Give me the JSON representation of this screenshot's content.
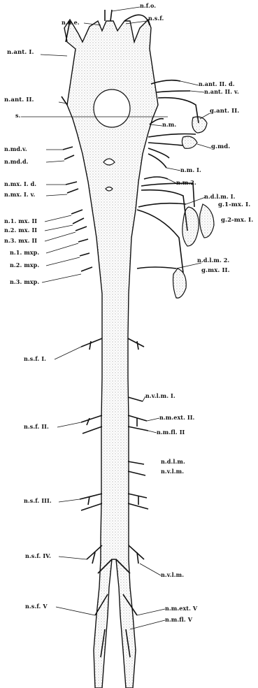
{
  "diagram": {
    "colors": {
      "ink": "#111111",
      "background": "#ffffff"
    },
    "labels": {
      "nfo": "n.f.o.",
      "nne": "n.n.e.",
      "nsf_top": "n.s.f.",
      "nant1": "n.ant. I.",
      "nant2": "n.ant. II.",
      "nant2d": "n.ant. II. d.",
      "nant2v": "n.ant. II. v.",
      "gant2": "g.ant. II.",
      "s": "s.",
      "nm": "n.m.",
      "gmd": "g.md.",
      "nmdv": "n.md.v.",
      "nmdd": "n.md.d.",
      "nm1": "n.m. I.",
      "nm2": "n.m.2.",
      "nmx1d": "n.mx. I. d.",
      "nmx1v": "n.mx. I. v.",
      "ndlm1": "n.d.l.m. I.",
      "g1mx1": "g.1-mx. I.",
      "g2mx1": "g.2-mx. I.",
      "n1mx2": "n.1. mx. II",
      "n2mx2": "n.2. mx. II",
      "n3mx2": "n.3. mx. II",
      "n1mxp": "n.1. mxp.",
      "n2mxp": "n.2. mxp.",
      "n3mxp": "n.3. mxp.",
      "ndlm2": "n.d.l.m. 2.",
      "gmx2": "g.mx. II.",
      "nsf1": "n.s.f. I.",
      "nvlm1": "n.v.l.m. I.",
      "nsf2": "n.s.f. II.",
      "nmext2": "n.m.ext. II.",
      "nmfl2": "n.m.fl. II",
      "ndlm": "n.d.l.m.",
      "nvlm": "n.v.l.m.",
      "nsf3": "n.s.f. III.",
      "nsf4": "n.s.f. IV.",
      "nvlm_low": "n.v.l.m.",
      "nsf5": "n.s.f. V",
      "nmext5": "n.m.ext. V",
      "nmfl5": "n.m.fl. V"
    }
  }
}
